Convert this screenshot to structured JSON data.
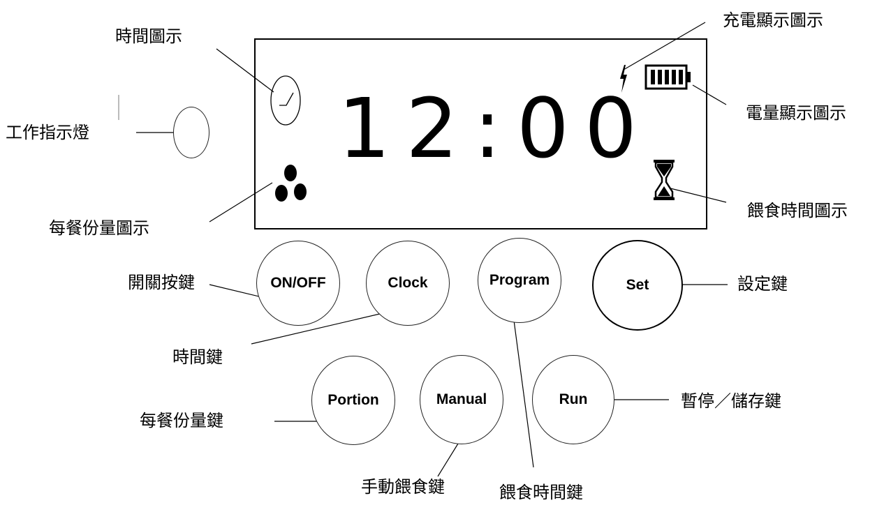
{
  "display": {
    "time": "12:00"
  },
  "buttons": {
    "on_off": "ON/OFF",
    "clock": "Clock",
    "program": "Program",
    "set": "Set",
    "portion": "Portion",
    "manual": "Manual",
    "run": "Run"
  },
  "labels": {
    "time_icon": "時間圖示",
    "charge_icon": "充電顯示圖示",
    "battery_icon": "電量顯示圖示",
    "work_light": "工作指示燈",
    "portion_icon": "每餐份量圖示",
    "feed_time_icon": "餵食時間圖示",
    "power_key": "開關按鍵",
    "set_key": "設定鍵",
    "time_key": "時間鍵",
    "portion_key": "每餐份量鍵",
    "pause_save_key": "暫停／儲存鍵",
    "manual_feed_key": "手動餵食鍵",
    "feed_time_key": "餵食時間鍵"
  }
}
